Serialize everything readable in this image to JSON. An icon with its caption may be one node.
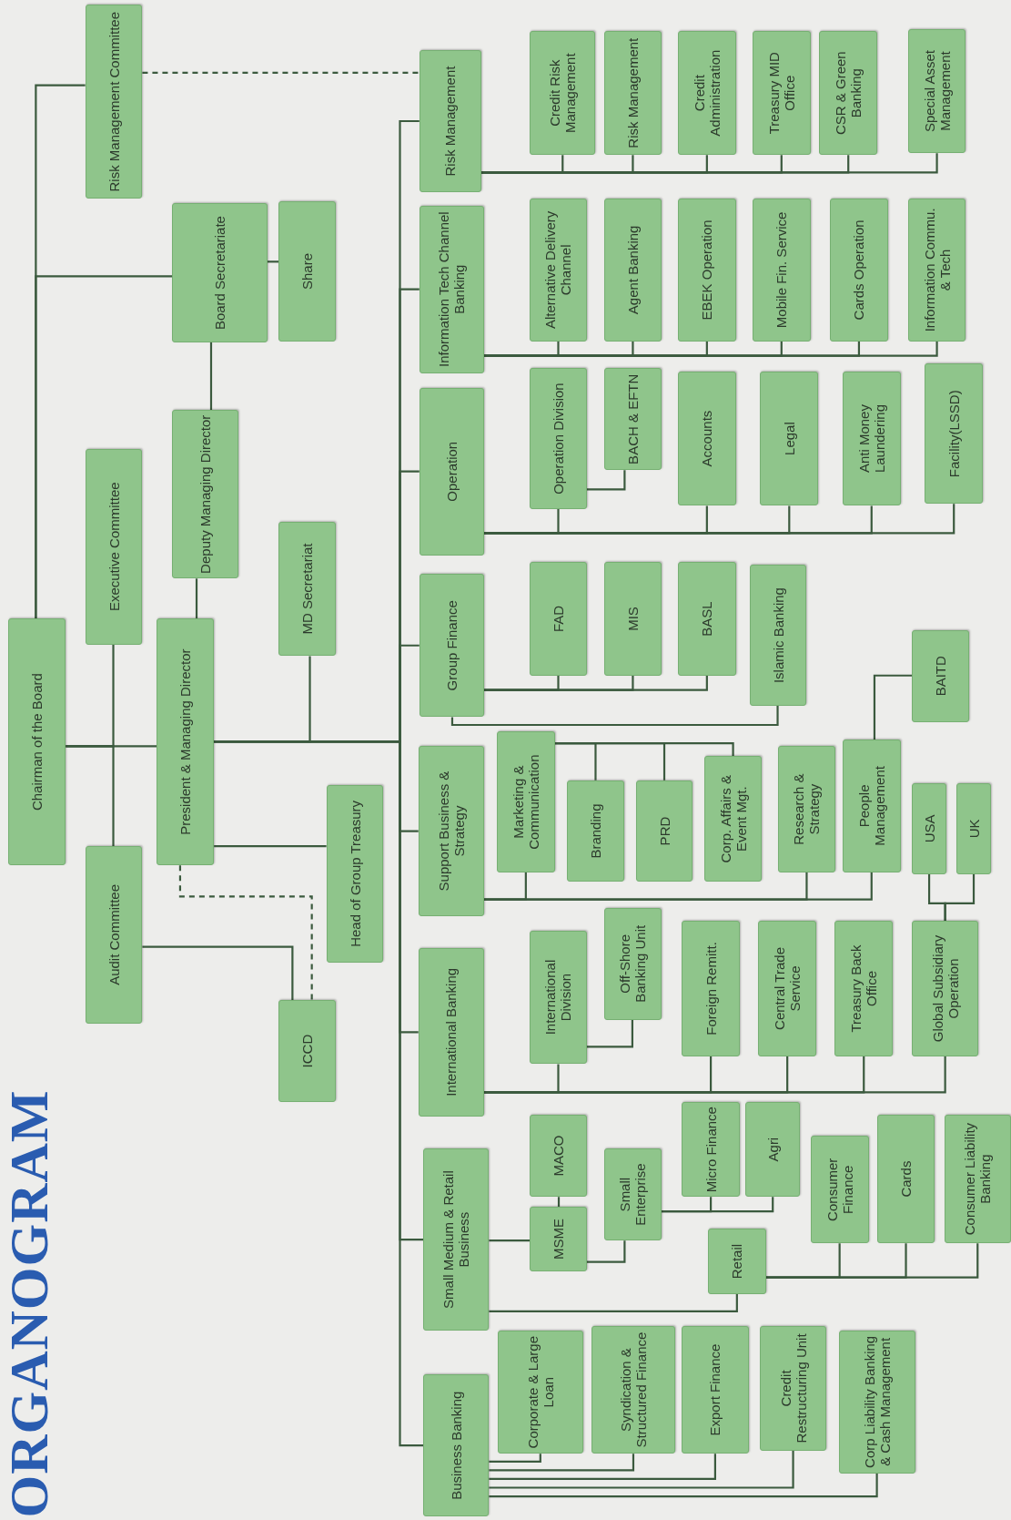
{
  "diagram": {
    "title": "ORGANOGRAM",
    "nodes": [
      {
        "text": [
          "Chairman of the Board"
        ]
      },
      {
        "text": [
          "Risk Management Committee"
        ]
      },
      {
        "text": [
          "Board Secretariate"
        ]
      },
      {
        "text": [
          "Share"
        ]
      },
      {
        "text": [
          "Executive Committee"
        ]
      },
      {
        "text": [
          "Deputy Managing Director"
        ]
      },
      {
        "text": [
          "President & Managing Director"
        ]
      },
      {
        "text": [
          "MD Secretariat"
        ]
      },
      {
        "text": [
          "Audit Committee"
        ]
      },
      {
        "text": [
          "Head of Group Treasury"
        ]
      },
      {
        "text": [
          "ICCD"
        ]
      },
      {
        "text": [
          "Risk Management"
        ]
      },
      {
        "text": [
          "Information Tech Channel Banking"
        ]
      },
      {
        "text": [
          "Operation"
        ]
      },
      {
        "text": [
          "Group Finance"
        ]
      },
      {
        "text": [
          "Support Business & Strategy"
        ]
      },
      {
        "text": [
          "International Banking"
        ]
      },
      {
        "text": [
          "Small Medium & Retail Business"
        ]
      },
      {
        "text": [
          "Business Banking"
        ]
      },
      {
        "text": [
          "Credit Risk Management"
        ]
      },
      {
        "text": [
          "Risk Management"
        ]
      },
      {
        "text": [
          "Credit Administration"
        ]
      },
      {
        "text": [
          "Treasury MID Office"
        ]
      },
      {
        "text": [
          "CSR & Green Banking"
        ]
      },
      {
        "text": [
          "Special Asset Management"
        ]
      },
      {
        "text": [
          "Alternative Delivery Channel"
        ]
      },
      {
        "text": [
          "Agent Banking"
        ]
      },
      {
        "text": [
          "EBEK Operation"
        ]
      },
      {
        "text": [
          "Mobile Fin. Service"
        ]
      },
      {
        "text": [
          "Cards Operation"
        ]
      },
      {
        "text": [
          "Information Commu. & Tech"
        ]
      },
      {
        "text": [
          "Operation Division"
        ]
      },
      {
        "text": [
          "BACH & EFTN"
        ]
      },
      {
        "text": [
          "Accounts"
        ]
      },
      {
        "text": [
          "Legal"
        ]
      },
      {
        "text": [
          "Anti Money Laundering"
        ]
      },
      {
        "text": [
          "Facility(LSSD)"
        ]
      },
      {
        "text": [
          "FAD"
        ]
      },
      {
        "text": [
          "MIS"
        ]
      },
      {
        "text": [
          "BASL"
        ]
      },
      {
        "text": [
          "Islamic Banking"
        ]
      },
      {
        "text": [
          "Marketing & Communication"
        ]
      },
      {
        "text": [
          "Branding"
        ]
      },
      {
        "text": [
          "PRD"
        ]
      },
      {
        "text": [
          "Corp. Affairs & Event Mgt."
        ]
      },
      {
        "text": [
          "Research & Strategy"
        ]
      },
      {
        "text": [
          "People Management"
        ]
      },
      {
        "text": [
          "BAITD"
        ]
      },
      {
        "text": [
          "USA"
        ]
      },
      {
        "text": [
          "UK"
        ]
      },
      {
        "text": [
          "International Division"
        ]
      },
      {
        "text": [
          "Off-Shore Banking Unit"
        ]
      },
      {
        "text": [
          "Foreign Remitt."
        ]
      },
      {
        "text": [
          "Central Trade Service"
        ]
      },
      {
        "text": [
          "Treasury Back Office"
        ]
      },
      {
        "text": [
          "Global Subsidiary Operation"
        ]
      },
      {
        "text": [
          "MACO"
        ]
      },
      {
        "text": [
          "MSME"
        ]
      },
      {
        "text": [
          "Small Enterprise"
        ]
      },
      {
        "text": [
          "Micro Finance"
        ]
      },
      {
        "text": [
          "Agri"
        ]
      },
      {
        "text": [
          "Retail"
        ]
      },
      {
        "text": [
          "Consumer Finance"
        ]
      },
      {
        "text": [
          "Cards"
        ]
      },
      {
        "text": [
          "Consumer Liability Banking"
        ]
      },
      {
        "text": [
          "Corporate & Large Loan"
        ]
      },
      {
        "text": [
          "Syndication & Structured Finance"
        ]
      },
      {
        "text": [
          "Export Finance"
        ]
      },
      {
        "text": [
          "Credit Restructuring Unit"
        ]
      },
      {
        "text": [
          "Corp Liability Banking & Cash Management"
        ]
      }
    ],
    "edges": [
      {
        "from": 0,
        "to": 1,
        "arrow": "none"
      },
      {
        "from": 0,
        "to": 2,
        "arrow": "none"
      },
      {
        "from": 0,
        "to": 4,
        "arrow": "none"
      },
      {
        "from": 0,
        "to": 8,
        "arrow": "none"
      },
      {
        "from": 0,
        "to": 6,
        "arrow": "none"
      },
      {
        "from": 2,
        "to": 3,
        "arrow": "none"
      },
      {
        "from": 2,
        "to": 5,
        "arrow": "none"
      },
      {
        "from": 5,
        "to": 6,
        "arrow": "none"
      },
      {
        "from": 6,
        "to": 7,
        "arrow": "none"
      },
      {
        "from": 6,
        "to": 9,
        "arrow": "none"
      },
      {
        "from": 6,
        "to": 10,
        "arrow": "none",
        "style": "dashed"
      },
      {
        "from": 8,
        "to": 10,
        "arrow": "none"
      },
      {
        "from": 1,
        "to": 11,
        "arrow": "none",
        "style": "dashed"
      },
      {
        "from": 6,
        "to": 11,
        "arrow": "none"
      },
      {
        "from": 6,
        "to": 12,
        "arrow": "none"
      },
      {
        "from": 6,
        "to": 13,
        "arrow": "none"
      },
      {
        "from": 6,
        "to": 14,
        "arrow": "none"
      },
      {
        "from": 6,
        "to": 15,
        "arrow": "none"
      },
      {
        "from": 6,
        "to": 16,
        "arrow": "none"
      },
      {
        "from": 6,
        "to": 17,
        "arrow": "none"
      },
      {
        "from": 6,
        "to": 18,
        "arrow": "none"
      },
      {
        "from": 11,
        "to": 19,
        "arrow": "none"
      },
      {
        "from": 11,
        "to": 20,
        "arrow": "none"
      },
      {
        "from": 11,
        "to": 21,
        "arrow": "none"
      },
      {
        "from": 11,
        "to": 22,
        "arrow": "none"
      },
      {
        "from": 11,
        "to": 23,
        "arrow": "none"
      },
      {
        "from": 11,
        "to": 24,
        "arrow": "none"
      },
      {
        "from": 12,
        "to": 25,
        "arrow": "none"
      },
      {
        "from": 12,
        "to": 26,
        "arrow": "none"
      },
      {
        "from": 12,
        "to": 27,
        "arrow": "none"
      },
      {
        "from": 12,
        "to": 28,
        "arrow": "none"
      },
      {
        "from": 12,
        "to": 29,
        "arrow": "none"
      },
      {
        "from": 12,
        "to": 30,
        "arrow": "none"
      },
      {
        "from": 13,
        "to": 31,
        "arrow": "none"
      },
      {
        "from": 31,
        "to": 32,
        "arrow": "none"
      },
      {
        "from": 13,
        "to": 33,
        "arrow": "none"
      },
      {
        "from": 13,
        "to": 34,
        "arrow": "none"
      },
      {
        "from": 13,
        "to": 35,
        "arrow": "none"
      },
      {
        "from": 13,
        "to": 36,
        "arrow": "none"
      },
      {
        "from": 14,
        "to": 37,
        "arrow": "none"
      },
      {
        "from": 14,
        "to": 38,
        "arrow": "none"
      },
      {
        "from": 14,
        "to": 39,
        "arrow": "none"
      },
      {
        "from": 14,
        "to": 40,
        "arrow": "none"
      },
      {
        "from": 15,
        "to": 41,
        "arrow": "none"
      },
      {
        "from": 15,
        "to": 45,
        "arrow": "none"
      },
      {
        "from": 15,
        "to": 46,
        "arrow": "none"
      },
      {
        "from": 41,
        "to": 42,
        "arrow": "none"
      },
      {
        "from": 41,
        "to": 43,
        "arrow": "none"
      },
      {
        "from": 41,
        "to": 44,
        "arrow": "none"
      },
      {
        "from": 46,
        "to": 47,
        "arrow": "none"
      },
      {
        "from": 55,
        "to": 48,
        "arrow": "none"
      },
      {
        "from": 55,
        "to": 49,
        "arrow": "none"
      },
      {
        "from": 16,
        "to": 50,
        "arrow": "none"
      },
      {
        "from": 50,
        "to": 51,
        "arrow": "none"
      },
      {
        "from": 16,
        "to": 52,
        "arrow": "none"
      },
      {
        "from": 16,
        "to": 53,
        "arrow": "none"
      },
      {
        "from": 16,
        "to": 54,
        "arrow": "none"
      },
      {
        "from": 16,
        "to": 55,
        "arrow": "none"
      },
      {
        "from": 17,
        "to": 57,
        "arrow": "none"
      },
      {
        "from": 57,
        "to": 56,
        "arrow": "none"
      },
      {
        "from": 57,
        "to": 58,
        "arrow": "none"
      },
      {
        "from": 58,
        "to": 59,
        "arrow": "none"
      },
      {
        "from": 58,
        "to": 60,
        "arrow": "none"
      },
      {
        "from": 17,
        "to": 61,
        "arrow": "none"
      },
      {
        "from": 61,
        "to": 62,
        "arrow": "none"
      },
      {
        "from": 61,
        "to": 63,
        "arrow": "none"
      },
      {
        "from": 61,
        "to": 64,
        "arrow": "none"
      },
      {
        "from": 18,
        "to": 65,
        "arrow": "none"
      },
      {
        "from": 18,
        "to": 66,
        "arrow": "none"
      },
      {
        "from": 18,
        "to": 67,
        "arrow": "none"
      },
      {
        "from": 18,
        "to": 68,
        "arrow": "none"
      },
      {
        "from": 18,
        "to": 69,
        "arrow": "none"
      }
    ]
  }
}
